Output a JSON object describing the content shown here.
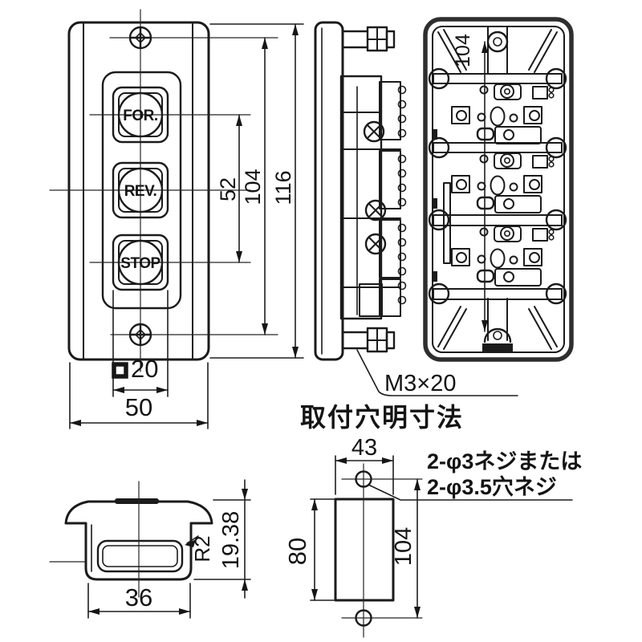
{
  "drawing_labels": {
    "front": {
      "button_for": "FOR.",
      "button_rev": "REV.",
      "button_stop": "STOP",
      "dim_button_pitch": "52",
      "dim_screw_pitch": "104",
      "dim_total_height": "116",
      "square_symbol": "□",
      "dim_button_size": "20",
      "dim_width": "50"
    },
    "side": {
      "screw_spec": "M3×20"
    },
    "rear": {
      "dim_screw_pitch": "104"
    },
    "cap": {
      "dim_width": "36",
      "dim_corner_radius": "R2",
      "dim_height": "19.38"
    },
    "mount": {
      "title": "取付穴明寸法",
      "dim_hole_width": "43",
      "dim_cutout_height": "80",
      "dim_hole_pitch": "104",
      "note_line1": "2-φ3ネジまたは",
      "note_line2": "2-φ3.5穴ネジ"
    }
  }
}
